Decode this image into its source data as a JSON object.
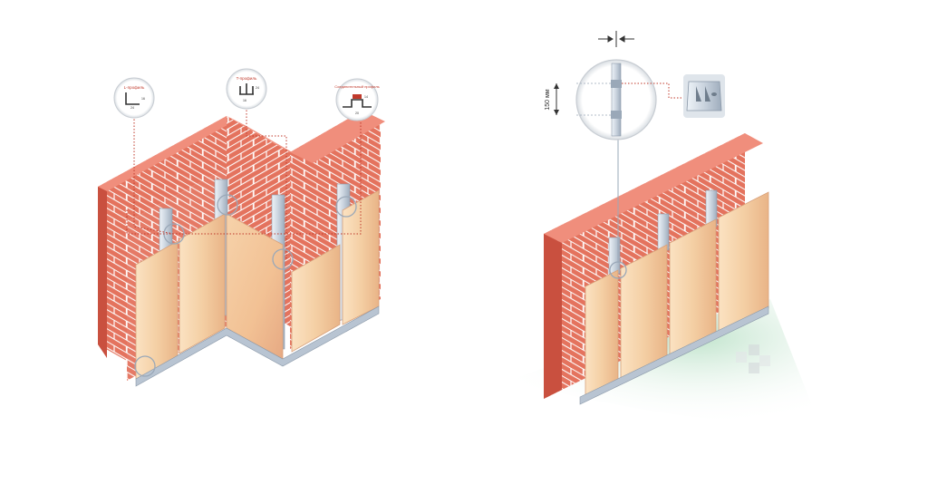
{
  "left_diagram": {
    "callouts": [
      {
        "title": "L-профиль",
        "dims": [
          "16",
          "24"
        ]
      },
      {
        "title": "T-профиль",
        "dims": [
          "24",
          "16"
        ]
      },
      {
        "title": "Соединительный профиль",
        "dims": [
          "14",
          "20"
        ]
      }
    ]
  },
  "right_diagram": {
    "spacing_label": "150 мм"
  },
  "colors": {
    "brick": "#e4735e",
    "brick_shade": "#c9503f",
    "mortar": "#ffffff",
    "panel_light": "#fde7c8",
    "panel_mid": "#f2c69a",
    "panel_dark": "#e3a77a",
    "metal": "#cfd8e3",
    "metal_dark": "#9aa8b8",
    "leader": "#c0392b",
    "floor_shadow": "#cfe9d8"
  }
}
